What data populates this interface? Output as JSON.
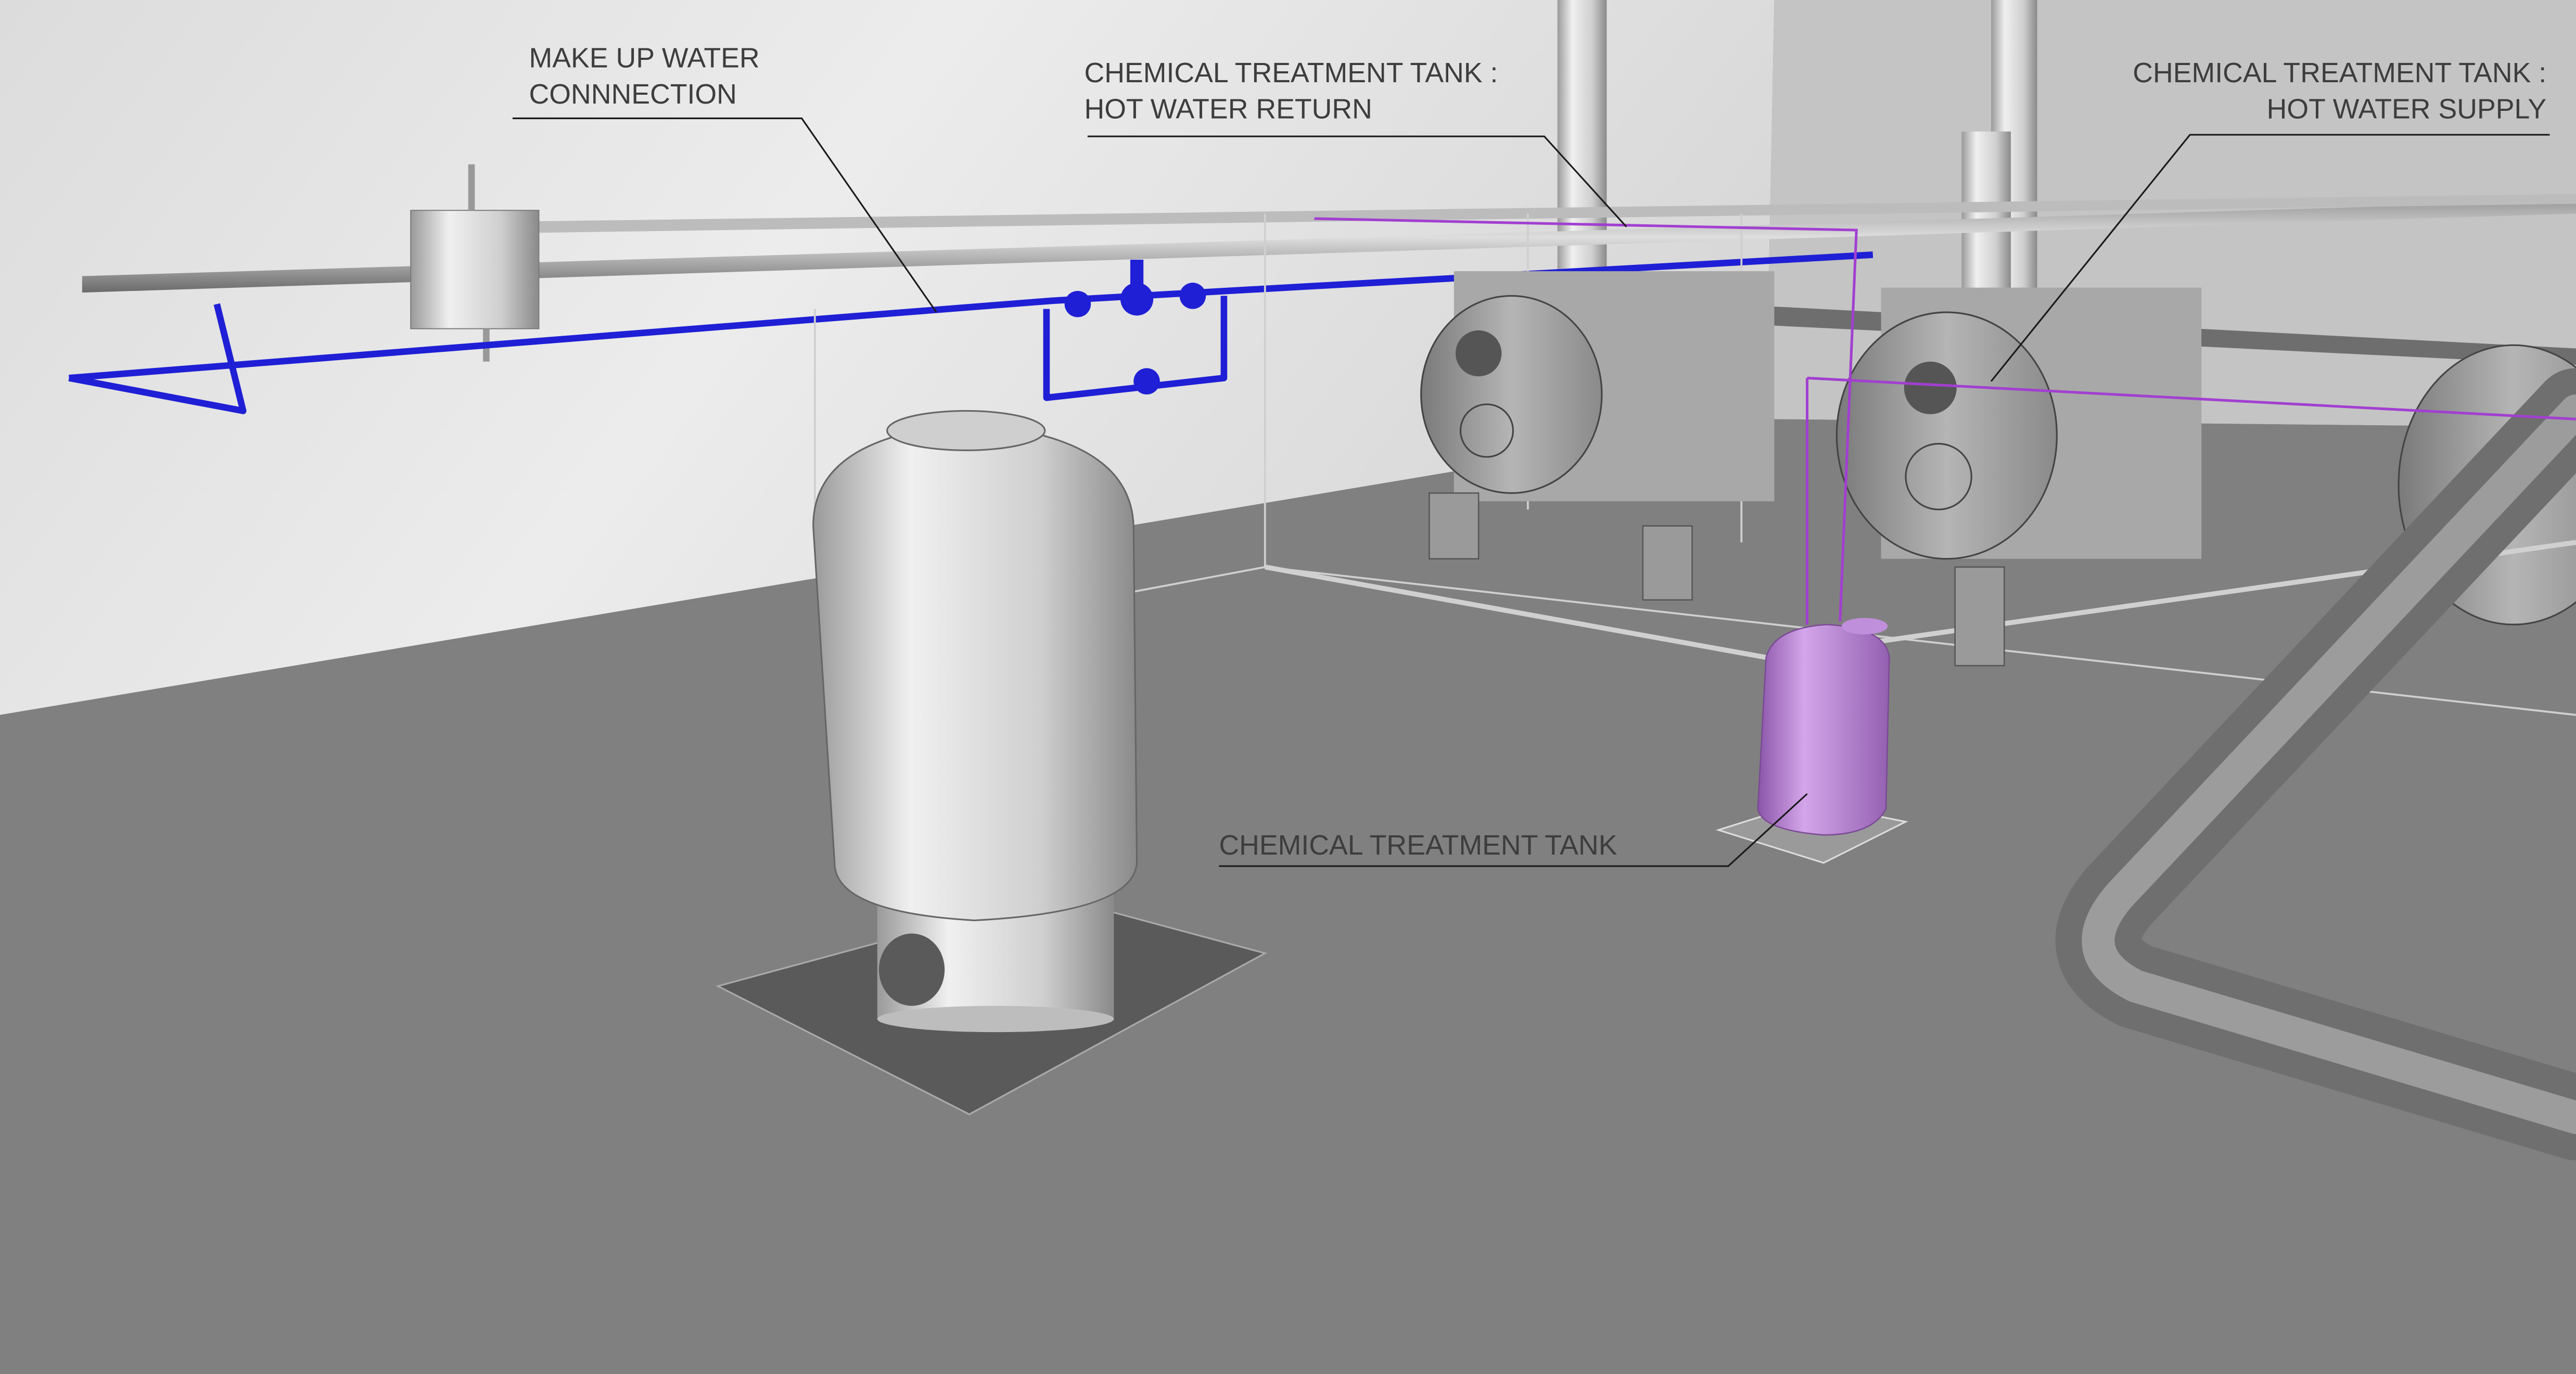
{
  "labels": {
    "make_up_water": {
      "line1": "MAKE UP WATER",
      "line2": "CONNNECTION"
    },
    "hot_water_return": {
      "line1": "CHEMICAL TREATMENT TANK :",
      "line2": "HOT WATER RETURN"
    },
    "hot_water_supply": {
      "line1": "CHEMICAL TREATMENT TANK :",
      "line2": "HOT WATER SUPPLY"
    },
    "chemical_tank": {
      "line1": "CHEMICAL TREATMENT TANK"
    }
  },
  "colors": {
    "make_up_water_pipe": "#1f1fd6",
    "chemical_treatment_tank": "#b07ad0",
    "chemical_lines": "#a23fd0",
    "floor": "#808080",
    "wall": "#e4e4e4"
  }
}
